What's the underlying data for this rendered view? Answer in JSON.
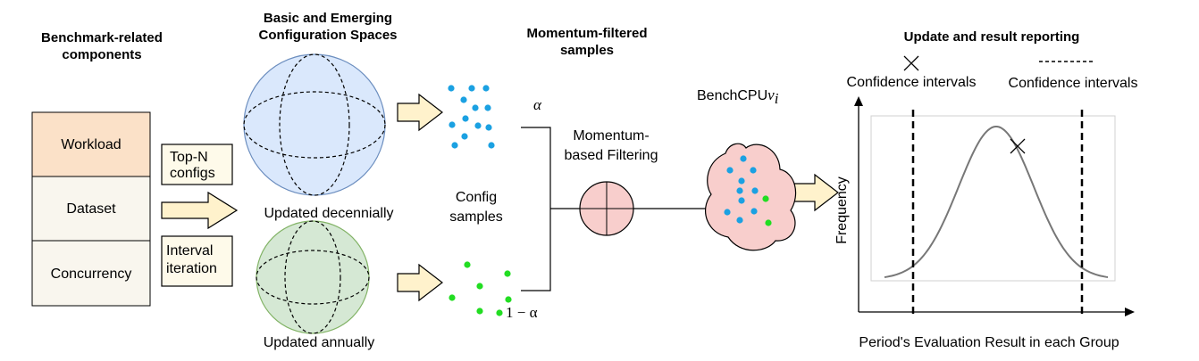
{
  "headers": {
    "benchmark_line1": "Benchmark-related",
    "benchmark_line2": "components",
    "spaces_line1": "Basic and Emerging",
    "spaces_line2": "Configuration Spaces",
    "momentum_line1": "Momentum-filtered",
    "momentum_line2": "samples",
    "update": "Update and result reporting"
  },
  "components": [
    "Workload",
    "Dataset",
    "Concurrency"
  ],
  "tags": {
    "topn_line1": "Top-N",
    "topn_line2": "configs",
    "interval_line1": "Interval",
    "interval_line2": "iteration"
  },
  "spaces": {
    "decennial": "Updated decennially",
    "annual": "Updated annually"
  },
  "samples": {
    "config_line1": "Config",
    "config_line2": "samples",
    "alpha": "α",
    "one_minus_alpha": "1 − α"
  },
  "filtering": {
    "line1": "Momentum-",
    "line2": "based Filtering"
  },
  "benchcpu": {
    "name": "BenchCPU",
    "version": "v",
    "subscript": "i"
  },
  "plot": {
    "legend_cross": "Confidence intervals",
    "legend_dashed": "Confidence intervals",
    "ylabel": "Frequency",
    "xlabel": "Period's Evaluation Result in each Group"
  },
  "colors": {
    "workload_fill": "#fbe1c8",
    "component_fill": "#f9f6ee",
    "tag_fill": "#fefaea",
    "arrow_fill": "#fff2cc",
    "blue_sphere": "#dae8fc",
    "green_sphere": "#d5e8d4",
    "pink": "#f8cecc",
    "dot_blue": "#1ba1e2",
    "dot_green": "#22dd22"
  }
}
